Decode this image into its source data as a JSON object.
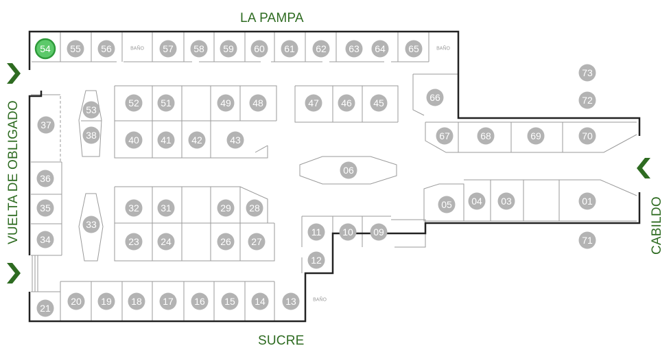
{
  "streets": {
    "top": "LA PAMPA",
    "bottom": "SUCRE",
    "left": "VUELTA DE OBLIGADO",
    "right": "CABILDO"
  },
  "bano_label": "BAÑO",
  "colors": {
    "street_text": "#2e6b21",
    "arrow": "#2e6b21",
    "unit_circle": "#b3b3b3",
    "highlight_fill": "#5cc96a",
    "highlight_ring": "#2e9a3a",
    "outer_wall": "#222222",
    "inner_wall": "#9a9a9a"
  },
  "arrows": [
    {
      "id": "entry-left-top",
      "direction": "right"
    },
    {
      "id": "entry-left-bottom",
      "direction": "right"
    },
    {
      "id": "entry-right",
      "direction": "left"
    }
  ],
  "highlighted_unit": "54",
  "units": [
    "54",
    "55",
    "56",
    "57",
    "58",
    "59",
    "60",
    "61",
    "62",
    "63",
    "64",
    "65",
    "66",
    "73",
    "72",
    "53",
    "38",
    "37",
    "52",
    "51",
    "49",
    "48",
    "47",
    "46",
    "45",
    "40",
    "41",
    "42",
    "43",
    "67",
    "68",
    "69",
    "70",
    "06",
    "36",
    "35",
    "34",
    "33",
    "32",
    "31",
    "29",
    "28",
    "23",
    "24",
    "26",
    "27",
    "11",
    "10",
    "09",
    "12",
    "05",
    "04",
    "03",
    "01",
    "71",
    "21",
    "20",
    "19",
    "18",
    "17",
    "16",
    "15",
    "14",
    "13"
  ]
}
